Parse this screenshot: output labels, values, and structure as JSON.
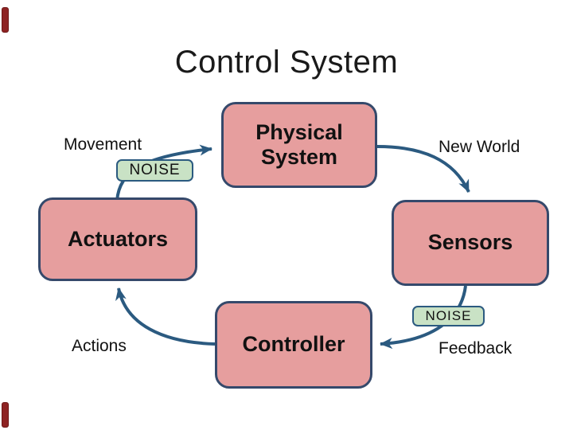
{
  "title": "Control System",
  "nodes": {
    "physical_system": {
      "line1": "Physical",
      "line2": "System"
    },
    "actuators": "Actuators",
    "sensors": "Sensors",
    "controller": "Controller"
  },
  "labels": {
    "movement": "Movement",
    "noise_top": "NOISE",
    "new_world": "New World",
    "actions": "Actions",
    "feedback": "Feedback",
    "noise_bottom": "NOISE"
  },
  "colors": {
    "node_fill": "#e69e9e",
    "node_border": "#35496b",
    "arrow": "#2b5a80",
    "noise_fill": "#c9e2c5",
    "noise_border": "#2b5a80",
    "corner_mark": "#8e2323",
    "text": "#1a1a1a"
  }
}
